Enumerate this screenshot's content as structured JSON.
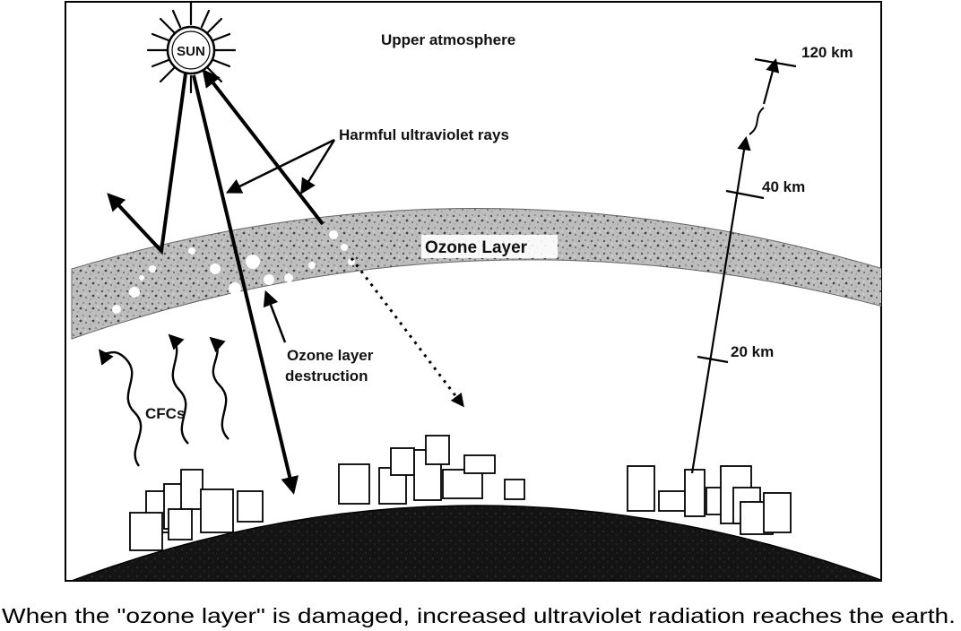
{
  "labels": {
    "sun": "SUN",
    "upper_atmosphere": "Upper atmosphere",
    "harmful_rays": "Harmful ultraviolet rays",
    "ozone_layer": "Ozone Layer",
    "destruction_line1": "Ozone layer",
    "destruction_line2": "destruction",
    "cfcs": "CFCs",
    "alt_120": "120 km",
    "alt_40": "40 km",
    "alt_20": "20 km"
  },
  "caption": "When the \"ozone layer\" is damaged, increased ultraviolet radiation reaches the earth."
}
